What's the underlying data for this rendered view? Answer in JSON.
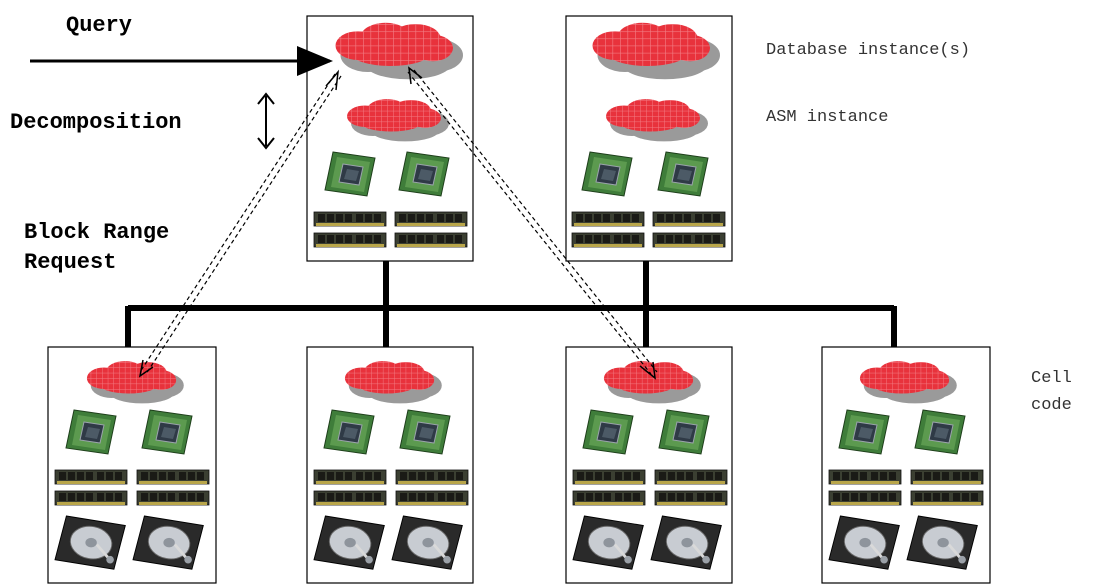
{
  "labels": {
    "query": "Query",
    "decomposition": "Decomposition",
    "block_range_request_line1": "Block Range",
    "block_range_request_line2": "Request",
    "database_instances": "Database instance(s)",
    "asm_instance": "ASM instance",
    "cell_code_line1": "Cell",
    "cell_code_line2": "code"
  },
  "db_servers": [
    {
      "id": "db-server-1",
      "components": [
        "database-instance-cloud",
        "asm-instance-cloud",
        "cpu",
        "cpu",
        "ram",
        "ram",
        "ram",
        "ram"
      ]
    },
    {
      "id": "db-server-2",
      "components": [
        "database-instance-cloud",
        "asm-instance-cloud",
        "cpu",
        "cpu",
        "ram",
        "ram",
        "ram",
        "ram"
      ]
    }
  ],
  "storage_cells": [
    {
      "id": "storage-cell-1",
      "components": [
        "cell-code-cloud",
        "cpu",
        "cpu",
        "ram",
        "ram",
        "ram",
        "ram",
        "hard-disk",
        "hard-disk"
      ]
    },
    {
      "id": "storage-cell-2",
      "components": [
        "cell-code-cloud",
        "cpu",
        "cpu",
        "ram",
        "ram",
        "ram",
        "ram",
        "hard-disk",
        "hard-disk"
      ]
    },
    {
      "id": "storage-cell-3",
      "components": [
        "cell-code-cloud",
        "cpu",
        "cpu",
        "ram",
        "ram",
        "ram",
        "ram",
        "hard-disk",
        "hard-disk"
      ]
    },
    {
      "id": "storage-cell-4",
      "components": [
        "cell-code-cloud",
        "cpu",
        "cpu",
        "ram",
        "ram",
        "ram",
        "ram",
        "hard-disk",
        "hard-disk"
      ]
    }
  ],
  "colors": {
    "cloud_red": "#e8323c",
    "cloud_shadow": "#9a9a9a",
    "cpu_board": "#3f7d3a",
    "cpu_die": "#2f3a46",
    "ram": "#3b3f32",
    "disk_body": "#2a2a2a",
    "disk_platter": "#c8ccd2"
  }
}
